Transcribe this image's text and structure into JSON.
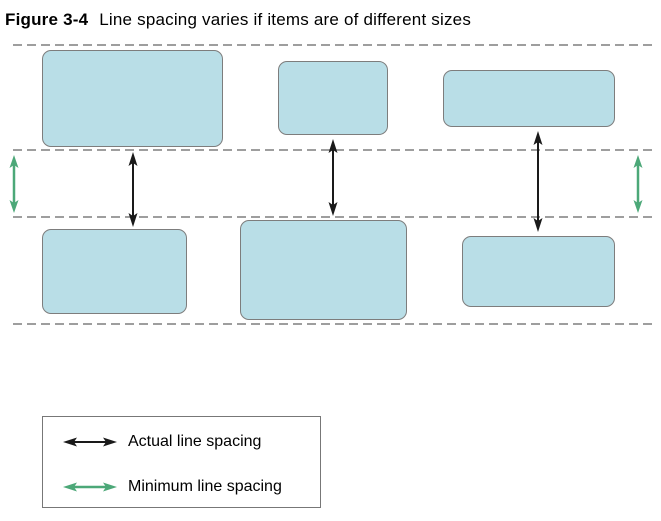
{
  "title": {
    "label": "Figure 3-4",
    "text": "Line spacing varies if items are of different sizes"
  },
  "legend": {
    "items": [
      {
        "icon": "actual-line-spacing-arrow-icon",
        "label": "Actual line spacing",
        "color": "#1a1a1a"
      },
      {
        "icon": "minimum-line-spacing-arrow-icon",
        "label": "Minimum line spacing",
        "color": "#4ca878"
      }
    ]
  },
  "colors": {
    "page_bg": "#ffffff",
    "text": "#000000",
    "item_fill": "#b9dee7",
    "item_border": "#7d7d7d",
    "dash": "#9e9e9e",
    "actual_arrow": "#1a1a1a",
    "minimum_arrow": "#4ca878",
    "legend_border": "#777777"
  }
}
